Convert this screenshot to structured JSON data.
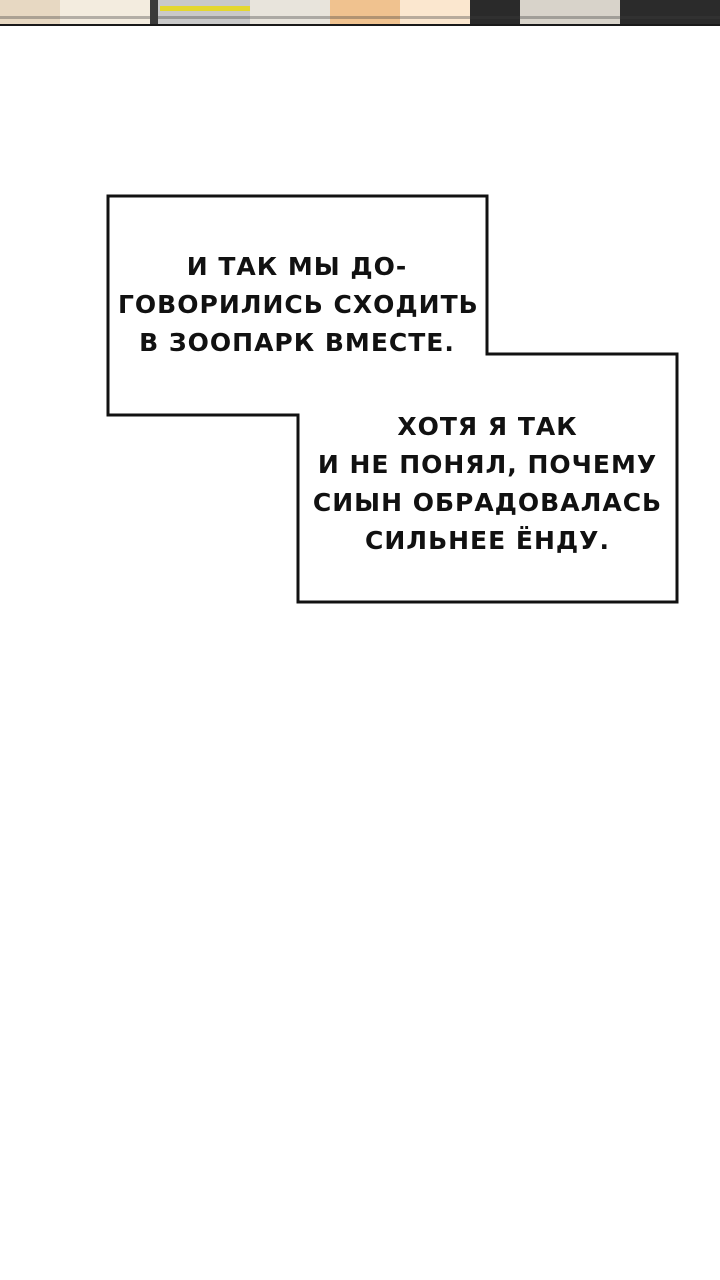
{
  "panel": {
    "caption_1": {
      "lines": [
        "И ТАК МЫ ДО-",
        "ГОВОРИЛИСЬ СХОДИТЬ",
        "В ЗООПАРК ВМЕСТЕ."
      ]
    },
    "caption_2": {
      "lines": [
        "ХОТЯ Я ТАК",
        "И НЕ ПОНЯЛ, ПОЧЕМУ",
        "СИЫН ОБРАДОВАЛАСЬ",
        "СИЛЬНЕЕ ЁНДУ."
      ]
    },
    "colors": {
      "background": "#ffffff",
      "border": "#111111",
      "text": "#111111"
    }
  }
}
